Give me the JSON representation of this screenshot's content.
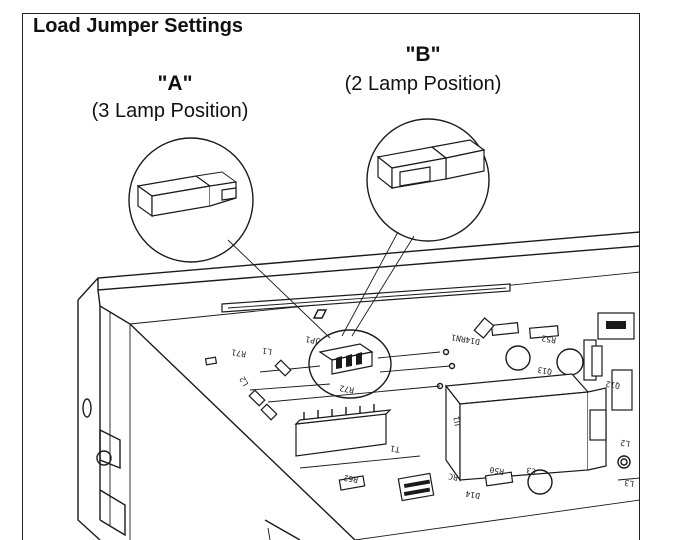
{
  "figure": {
    "title": "Load Jumper Settings"
  },
  "callout_a": {
    "title": "\"A\"",
    "subtitle": "(3 Lamp Position)"
  },
  "callout_b": {
    "title": "\"B\"",
    "subtitle": "(2 Lamp Position)"
  },
  "board_labels": {
    "jp1": "JP1",
    "r71": "R71",
    "l1": "L1",
    "l2": "L2",
    "r72": "R72",
    "d14rn1": "D14RN1",
    "r52": "R52",
    "q13": "Q13",
    "q12": "Q12",
    "u1": "U1",
    "t1": "T1",
    "r62": "R62",
    "r50": "R50",
    "c3": "C3",
    "l2_right": "L2",
    "l3": "L3",
    "d14": "D14",
    "rc": "RC"
  }
}
